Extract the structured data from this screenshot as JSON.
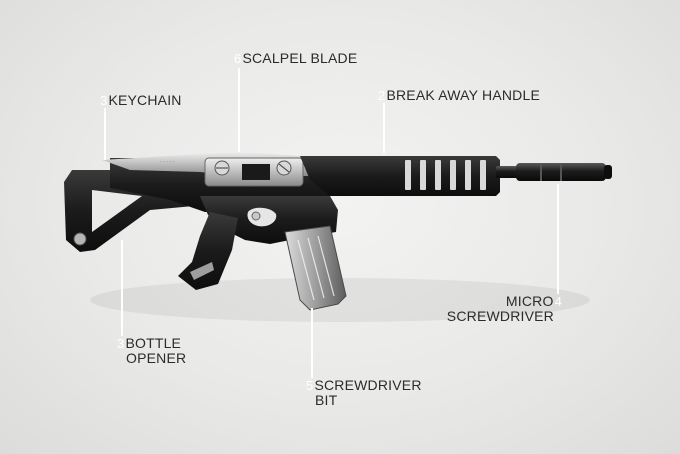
{
  "callouts": [
    {
      "number": "6",
      "text": "SCALPEL BLADE"
    },
    {
      "number": "3",
      "text": "KEYCHAIN"
    },
    {
      "number": "2",
      "text": "BREAK AWAY HANDLE"
    },
    {
      "number": "3",
      "line1": "BOTTLE",
      "line2": "OPENER"
    },
    {
      "number": "5",
      "line1": "SCREWDRIVER",
      "line2": "BIT"
    },
    {
      "number": "4",
      "line1": "MICRO",
      "line2": "SCREWDRIVER"
    }
  ],
  "colors": {
    "background": "#e9e9e8",
    "label_text": "#2b2b2b",
    "callout_number": "#ffffff",
    "leader_line": "#ffffff",
    "tool_dark": "#1e1e1e",
    "tool_steel": "#c9c9c9"
  }
}
